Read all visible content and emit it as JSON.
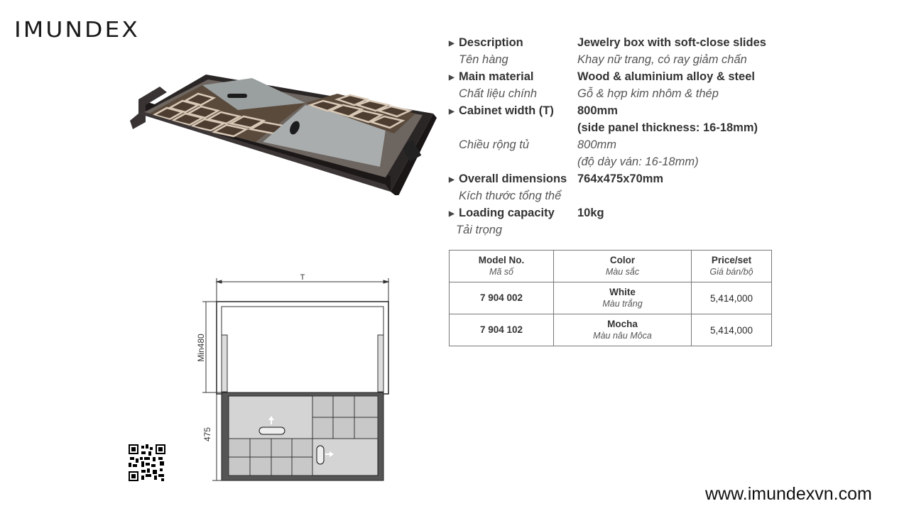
{
  "brand": "IMUNDEX",
  "website": "www.imundexvn.com",
  "specs": [
    {
      "label_en": "Description",
      "label_vi": "Tên hàng",
      "value_en": "Jewelry box with soft-close slides",
      "value_vi": "Khay nữ trang, có ray giảm chấn"
    },
    {
      "label_en": "Main material",
      "label_vi": "Chất liệu chính",
      "value_en": "Wood & aluminium alloy & steel",
      "value_vi": "Gỗ & hợp kim nhôm & thép"
    },
    {
      "label_en": "Cabinet width (T)",
      "label_vi": "Chiều rộng tủ",
      "value_en": "800mm",
      "value_en_2": "(side panel thickness: 16-18mm)",
      "value_vi": "800mm",
      "value_vi_2": "(độ dày ván: 16-18mm)"
    },
    {
      "label_en": "Overall dimensions",
      "label_vi": "Kích thước tổng thể",
      "value_en": "764x475x70mm"
    },
    {
      "label_en": "Loading capacity",
      "label_vi": "Tải trọng",
      "value_en": "10kg"
    }
  ],
  "table": {
    "headers": [
      {
        "en": "Model No.",
        "vi": "Mã số"
      },
      {
        "en": "Color",
        "vi": "Màu sắc"
      },
      {
        "en": "Price/set",
        "vi": "Giá bán/bộ"
      }
    ],
    "rows": [
      {
        "model": "7 904 002",
        "color_en": "White",
        "color_vi": "Màu trắng",
        "price": "5,414,000"
      },
      {
        "model": "7 904 102",
        "color_en": "Mocha",
        "color_vi": "Màu nâu Môca",
        "price": "5,414,000"
      }
    ]
  },
  "drawing": {
    "width_label": "T",
    "min_label": "Min480",
    "depth_label": "475"
  }
}
